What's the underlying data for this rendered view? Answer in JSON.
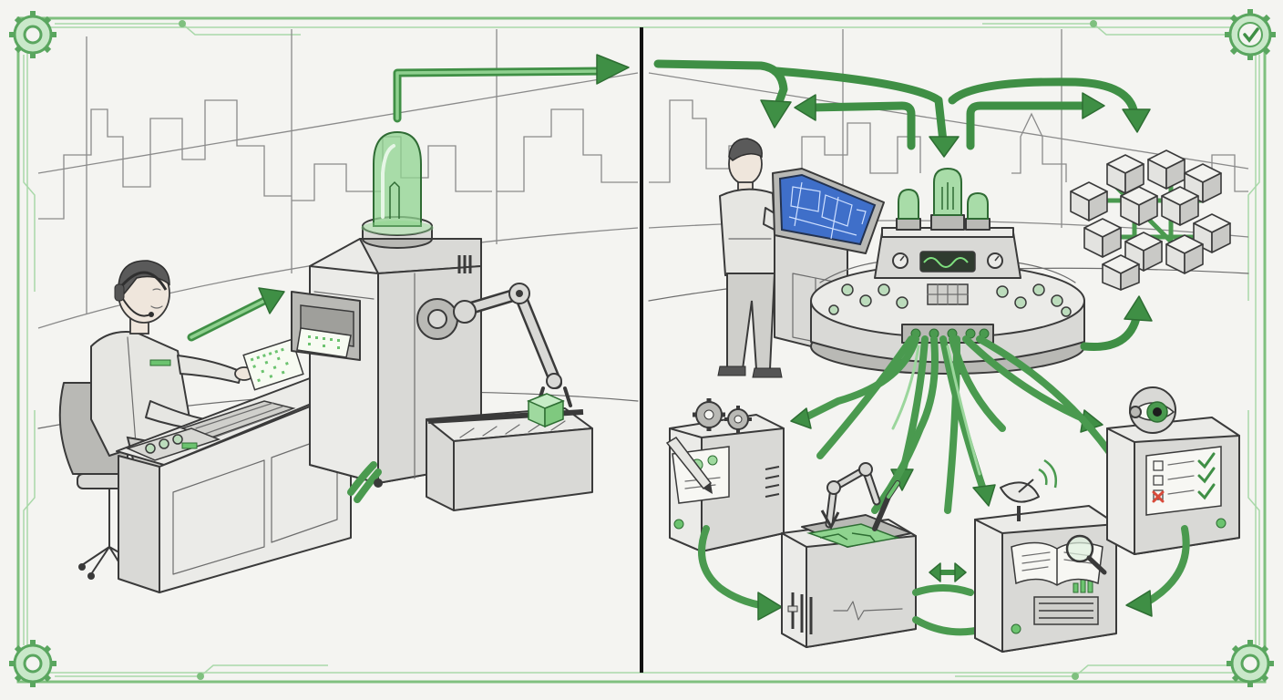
{
  "scene": {
    "left_panel": {
      "operator": "operator-at-terminal",
      "machine": "single-tube-processor"
    },
    "right_panel": {
      "engineer": "engineer-at-blueprint-console",
      "hub": "central-triple-tube-hub",
      "stations": [
        "design-station",
        "build-station",
        "research-station",
        "verification-station"
      ],
      "network": "cube-lattice"
    }
  },
  "colors": {
    "accent_green": "#3f8f45",
    "frame_green": "#7fc07f",
    "glass_green": "#8fd48f",
    "screen_blue": "#3f6fc9",
    "paper": "#f4f4f1",
    "ink": "#3a3a3a",
    "error_red": "#d84a3a"
  },
  "icons": [
    "gear-corner-icon",
    "check-seal-icon",
    "gear-icon",
    "pencil-icon",
    "eye-icon",
    "checklist-icon",
    "satellite-dish-icon",
    "magnifier-icon",
    "book-icon",
    "robot-arm-icon",
    "soldering-iron-icon"
  ]
}
